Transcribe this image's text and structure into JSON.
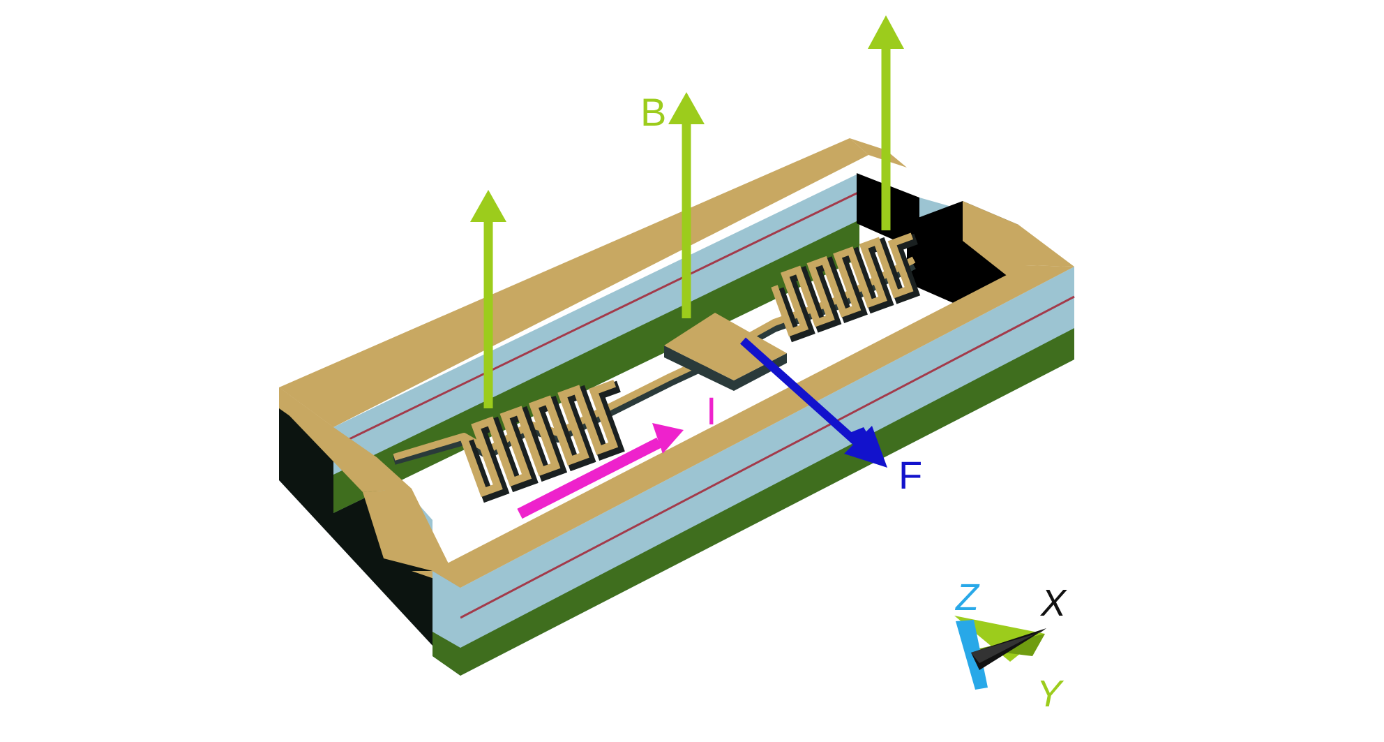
{
  "labels": {
    "magnetic_field": "B",
    "current": "I",
    "force": "F",
    "axis_z": "Z",
    "axis_x": "X",
    "axis_y": "Y"
  },
  "colors": {
    "gold": "#c8a862",
    "blue_layer": "#9cc4d2",
    "green_layer": "#3f6e1e",
    "red_line": "#a33a4a",
    "dark_side": "#0c1410",
    "b_arrow": "#9ccc1c",
    "current_arrow": "#ee22cc",
    "force_arrow": "#1212cc",
    "axis_z": "#28a8e8",
    "axis_x": "#111111",
    "axis_y": "#9ccc1c"
  },
  "icons": {
    "b_field": "up-arrow-icon",
    "current": "right-arrow-icon",
    "force": "diagonal-arrow-icon"
  }
}
